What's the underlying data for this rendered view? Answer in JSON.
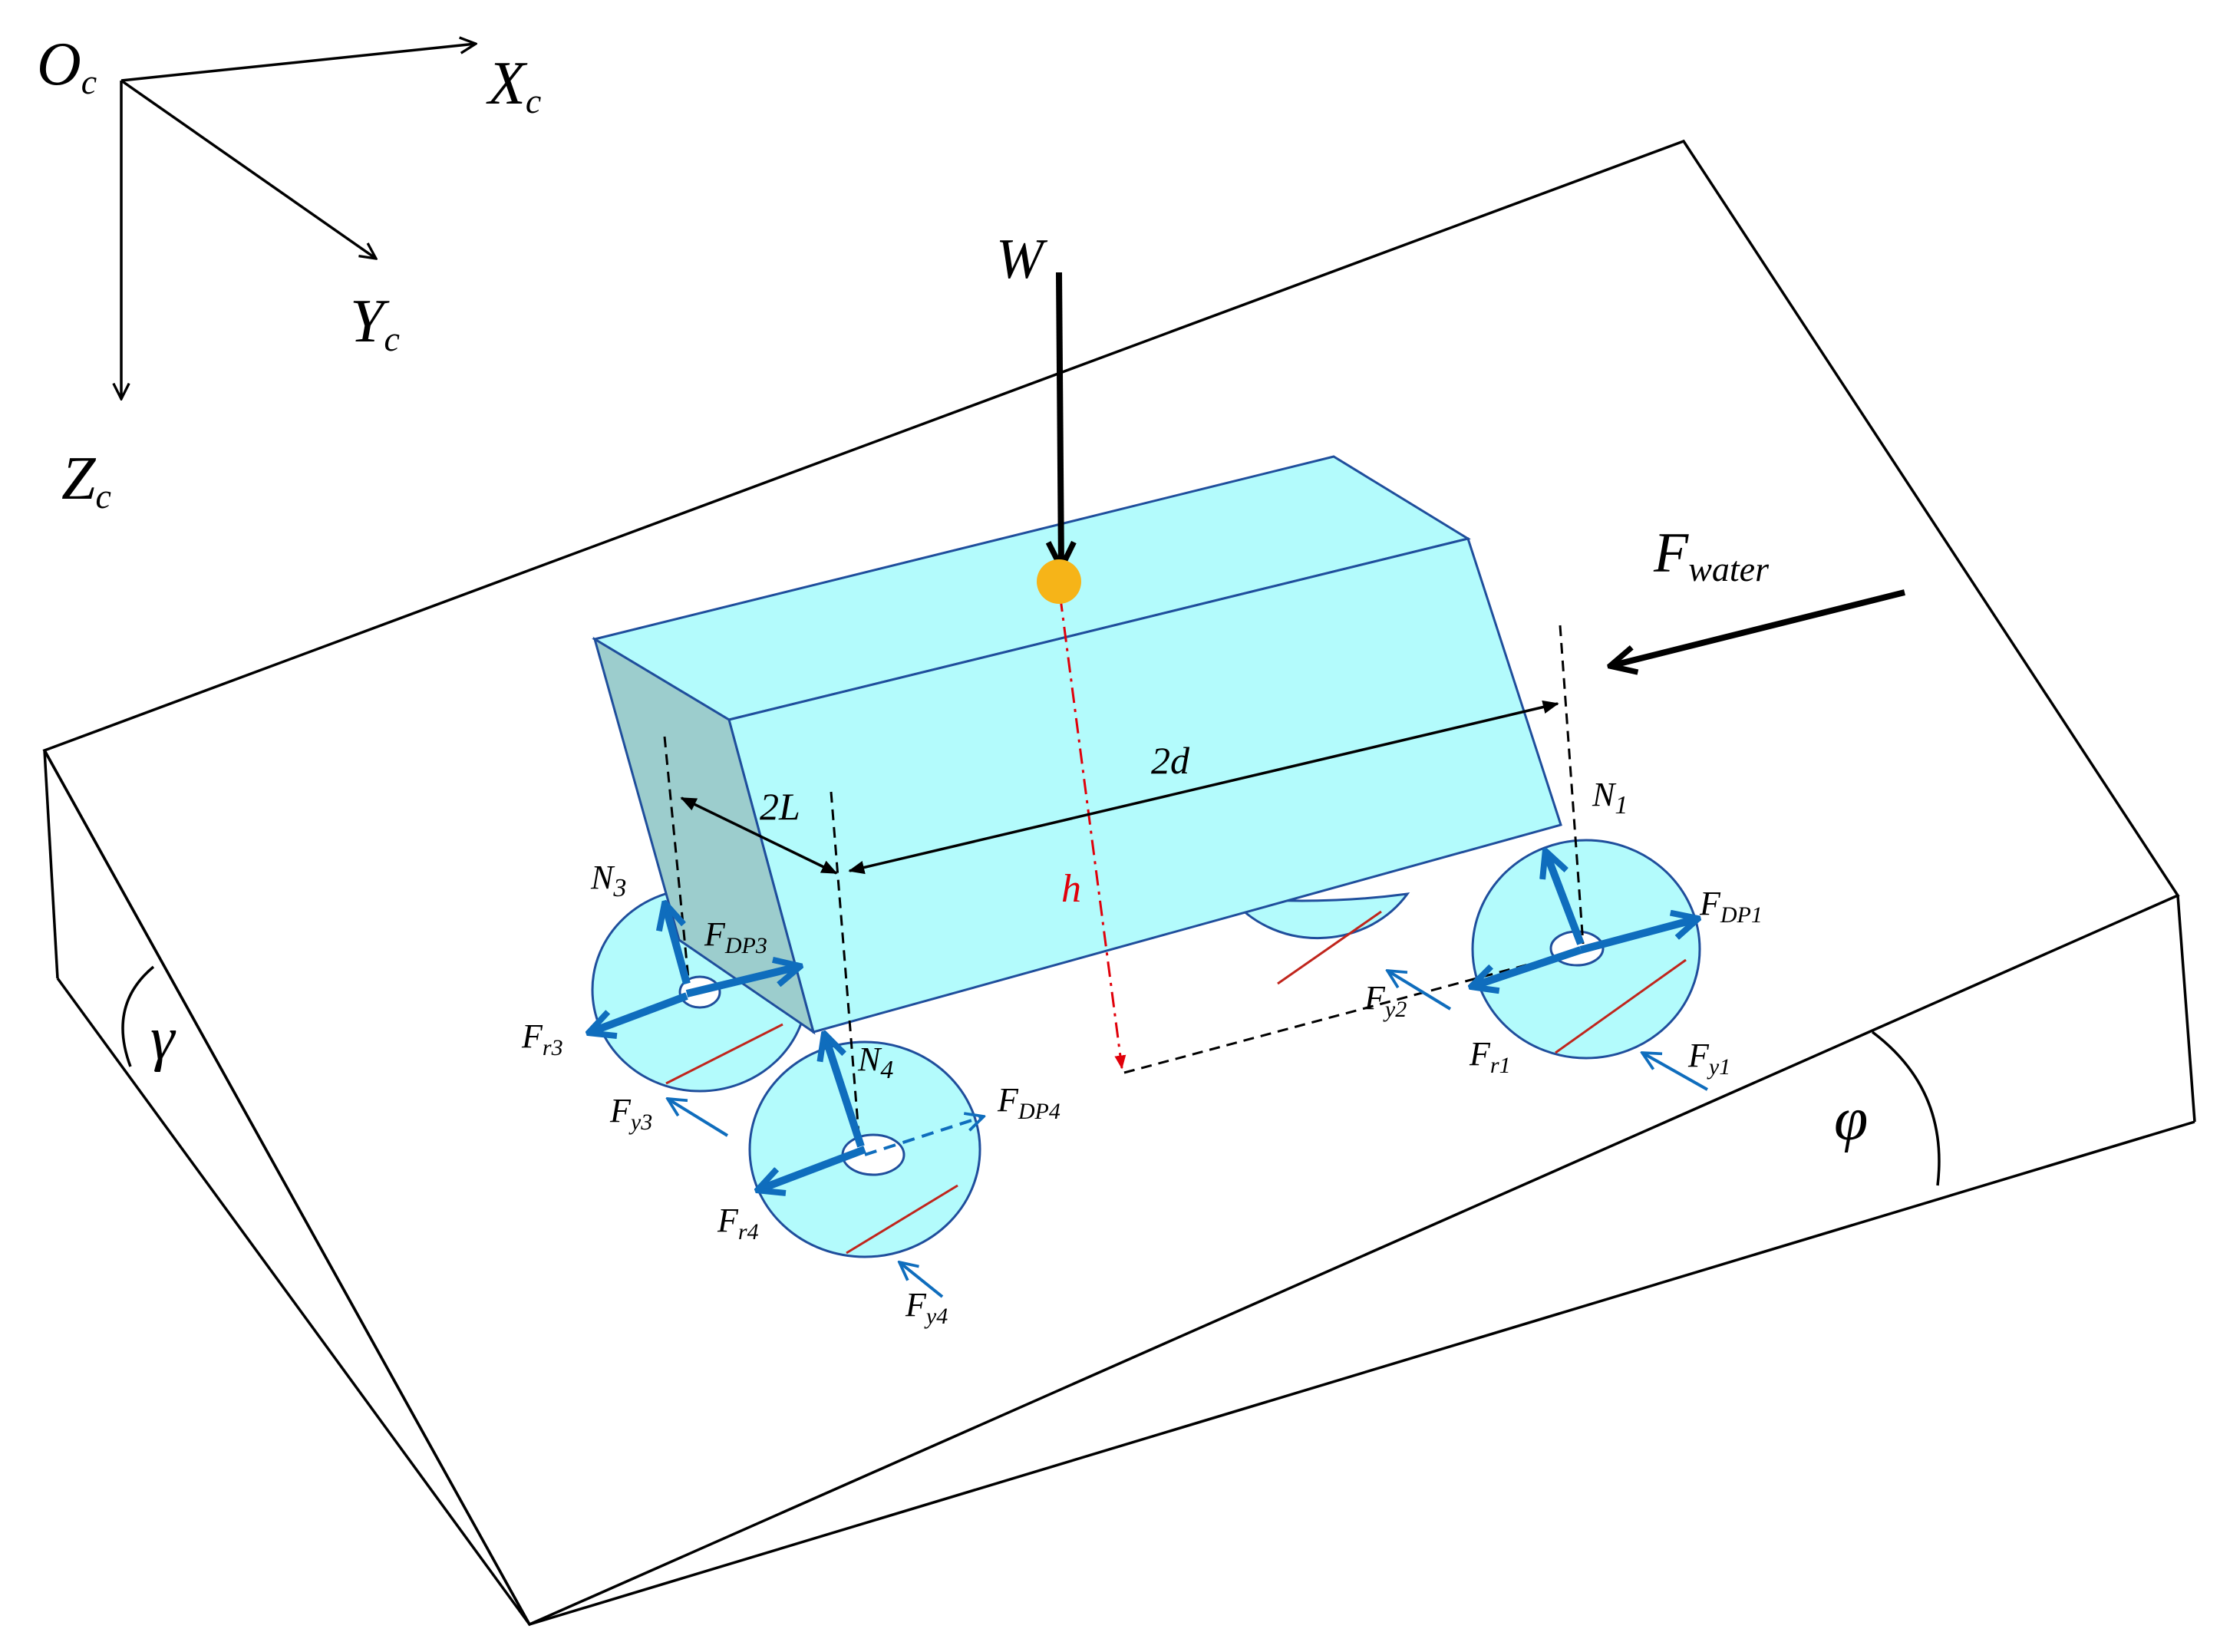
{
  "coordinate_frame": {
    "origin": {
      "base": "O",
      "sub": "c"
    },
    "x_axis": {
      "base": "X",
      "sub": "c"
    },
    "y_axis": {
      "base": "Y",
      "sub": "c"
    },
    "z_axis": {
      "base": "Z",
      "sub": "c"
    }
  },
  "angles": {
    "lateral": "γ",
    "longitudinal": "φ"
  },
  "forces": {
    "weight": "W",
    "water": {
      "base": "F",
      "sub": "water"
    },
    "normals": [
      {
        "base": "N",
        "sub": "1"
      },
      {
        "base": "N",
        "sub": "3"
      },
      {
        "base": "N",
        "sub": "4"
      }
    ],
    "drawbar_pull": [
      {
        "base": "F",
        "sub": "DP1"
      },
      {
        "base": "F",
        "sub": "DP3"
      },
      {
        "base": "F",
        "sub": "DP4"
      }
    ],
    "rolling_resistance": [
      {
        "base": "F",
        "sub": "r1"
      },
      {
        "base": "F",
        "sub": "r3"
      },
      {
        "base": "F",
        "sub": "r4"
      }
    ],
    "lateral": [
      {
        "base": "F",
        "sub": "y1"
      },
      {
        "base": "F",
        "sub": "y2"
      },
      {
        "base": "F",
        "sub": "y3"
      },
      {
        "base": "F",
        "sub": "y4"
      }
    ]
  },
  "dimensions": {
    "track": "2L",
    "wheelbase": "2d",
    "cg_height": "h"
  },
  "colors": {
    "vehicle_face": "#b3fbfc",
    "vehicle_side": "#9ccdcd",
    "force_arrow": "#0f6dbd",
    "cg_marker": "#f6b418",
    "cg_height_line": "#e0000a",
    "tread_line": "#c0251c",
    "outline": "#1f4e9c"
  }
}
